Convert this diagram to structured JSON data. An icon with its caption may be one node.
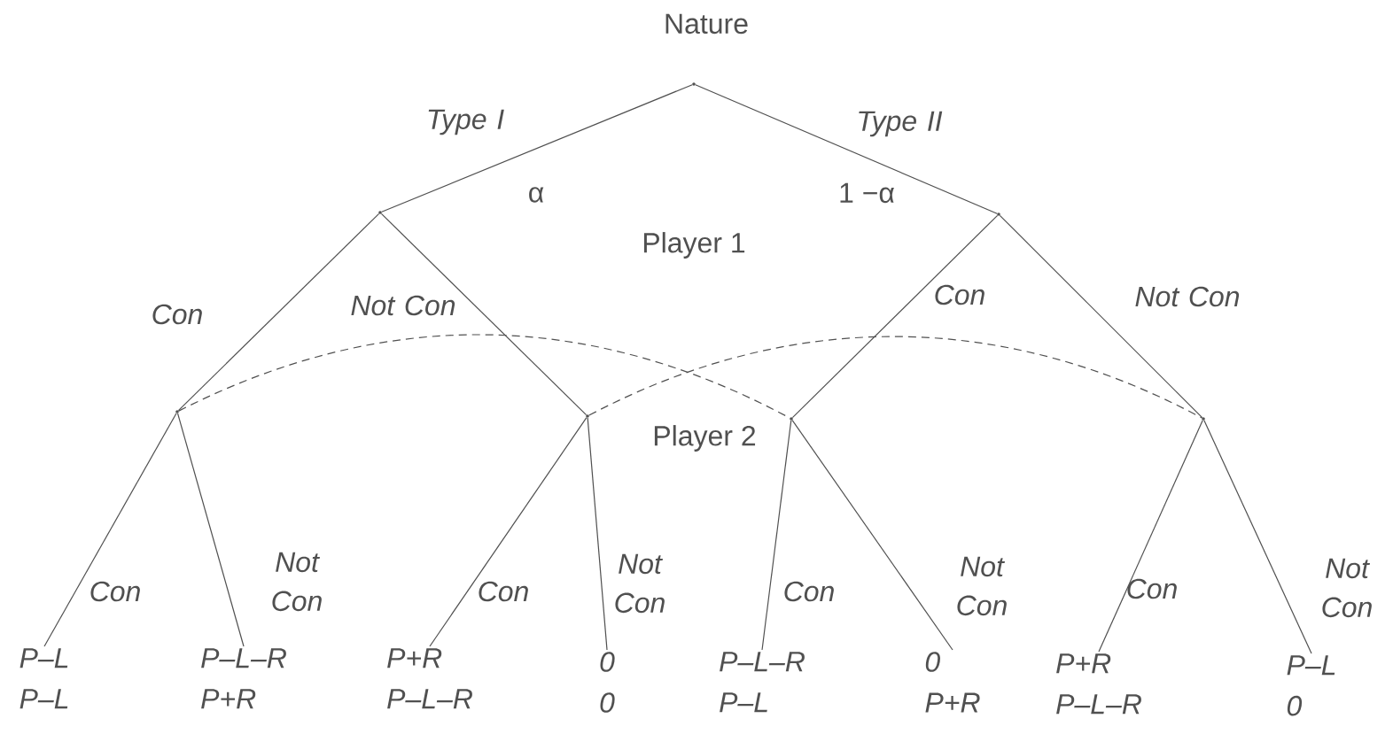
{
  "diagram": {
    "nodes": [
      {
        "text": [],
        "shape": "point",
        "beside": [
          "Nature"
        ]
      },
      {
        "text": [],
        "shape": "point"
      },
      {
        "text": [],
        "shape": "point"
      },
      {
        "text": [],
        "shape": "point"
      },
      {
        "text": [],
        "shape": "point"
      },
      {
        "text": [],
        "shape": "point"
      },
      {
        "text": [],
        "shape": "point"
      },
      {
        "text": [
          "P–L",
          "P–L"
        ]
      },
      {
        "text": [
          "P–L–R",
          "P+R"
        ]
      },
      {
        "text": [
          "P+R",
          "P–L–R"
        ]
      },
      {
        "text": [
          "0",
          "0"
        ]
      },
      {
        "text": [
          "P–L–R",
          "P–L"
        ]
      },
      {
        "text": [
          "0",
          "P+R"
        ]
      },
      {
        "text": [
          "P+R",
          "P–L–R"
        ]
      },
      {
        "text": [
          "P–L",
          "0"
        ]
      }
    ],
    "edges": [
      {
        "from": 0,
        "to": 1,
        "arrow": "none",
        "label": "Type I"
      },
      {
        "from": 0,
        "to": 2,
        "arrow": "none",
        "label": "Type II"
      },
      {
        "from": 1,
        "to": 3,
        "arrow": "none",
        "label": "Con"
      },
      {
        "from": 1,
        "to": 4,
        "arrow": "none",
        "label": "Not Con"
      },
      {
        "from": 2,
        "to": 5,
        "arrow": "none",
        "label": "Con"
      },
      {
        "from": 2,
        "to": 6,
        "arrow": "none",
        "label": "Not Con"
      },
      {
        "from": 3,
        "to": 7,
        "arrow": "none",
        "label": "Con"
      },
      {
        "from": 3,
        "to": 8,
        "arrow": "none",
        "label": "Not Con"
      },
      {
        "from": 4,
        "to": 9,
        "arrow": "none",
        "label": "Con"
      },
      {
        "from": 4,
        "to": 10,
        "arrow": "none",
        "label": "Not Con"
      },
      {
        "from": 5,
        "to": 11,
        "arrow": "none",
        "label": "Con"
      },
      {
        "from": 5,
        "to": 12,
        "arrow": "none",
        "label": "Not Con"
      },
      {
        "from": 6,
        "to": 13,
        "arrow": "none",
        "label": "Con"
      },
      {
        "from": 6,
        "to": 14,
        "arrow": "none",
        "label": "Not Con"
      },
      {
        "from": 3,
        "to": 5,
        "arrow": "none",
        "style": "dashed"
      },
      {
        "from": 4,
        "to": 6,
        "arrow": "none",
        "style": "dashed"
      }
    ],
    "labels": [
      "α",
      "1 −α",
      "Player 1",
      "Player 2"
    ]
  }
}
